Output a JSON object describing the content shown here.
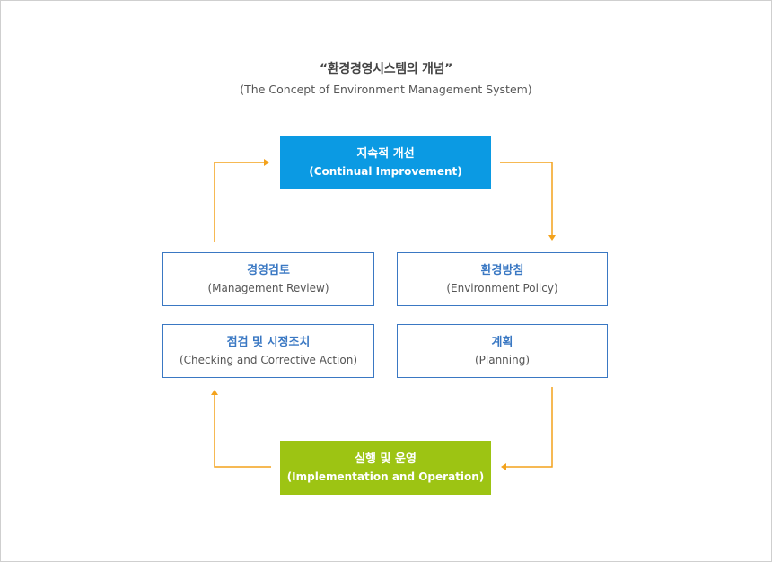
{
  "header": {
    "title": "“환경경영시스템의 개념”",
    "subtitle": "(The Concept of Environment Management System)"
  },
  "steps": {
    "improvement": {
      "ko": "지속적 개선",
      "en": "(Continual Improvement)",
      "color": "#0b9ae3"
    },
    "policy": {
      "ko": "환경방침",
      "en": "(Environment Policy)"
    },
    "planning": {
      "ko": "계획",
      "en": "(Planning)"
    },
    "operation": {
      "ko": "실행 및 운영",
      "en": "(Implementation and Operation)",
      "color": "#9dc413"
    },
    "checking": {
      "ko": "점검 및 시정조치",
      "en": "(Checking and Corrective Action)"
    },
    "review": {
      "ko": "경영검토",
      "en": "(Management Review)"
    }
  },
  "colors": {
    "arrow": "#f3a21c",
    "outline": "#3a78c3"
  }
}
